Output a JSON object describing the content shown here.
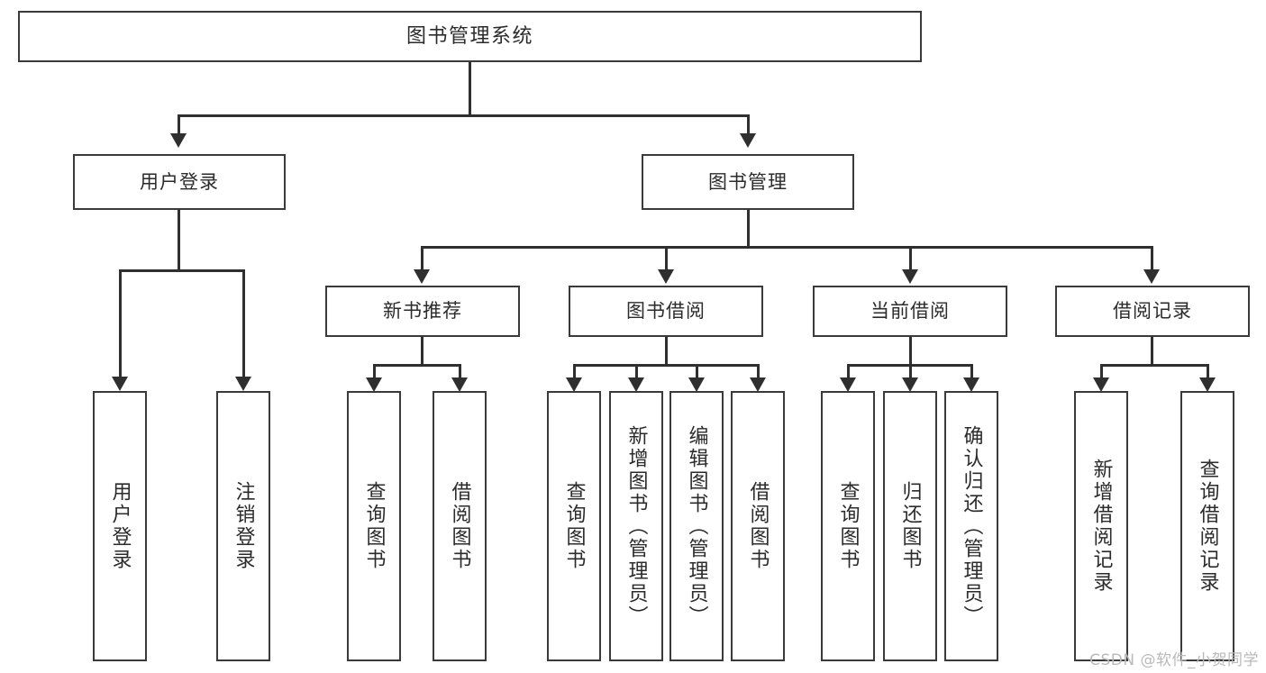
{
  "diagram": {
    "title": "图书管理系统",
    "type": "tree-hierarchy-chart",
    "root": {
      "label": "图书管理系统"
    },
    "level2": [
      {
        "label": "用户登录"
      },
      {
        "label": "图书管理"
      }
    ],
    "level3": [
      {
        "label": "新书推荐"
      },
      {
        "label": "图书借阅"
      },
      {
        "label": "当前借阅"
      },
      {
        "label": "借阅记录"
      }
    ],
    "leaves": {
      "user_login": [
        {
          "label": "用户登录"
        },
        {
          "label": "注销登录"
        }
      ],
      "new_book_recommend": [
        {
          "label": "查询图书"
        },
        {
          "label": "借阅图书"
        }
      ],
      "book_borrow": [
        {
          "label": "查询图书"
        },
        {
          "label": "新增图书（管理员）"
        },
        {
          "label": "编辑图书（管理员）"
        },
        {
          "label": "借阅图书"
        }
      ],
      "current_borrow": [
        {
          "label": "查询图书"
        },
        {
          "label": "归还图书"
        },
        {
          "label": "确认归还（管理员）"
        }
      ],
      "borrow_record": [
        {
          "label": "新增借阅记录"
        },
        {
          "label": "查询借阅记录"
        }
      ]
    }
  },
  "watermark": {
    "text": "CSDN @软件_小贺同学"
  },
  "colors": {
    "box_border": "#3a3a3a",
    "line": "#2f2f2f",
    "text": "#2b2b2b",
    "background": "#ffffff",
    "watermark": "#b9b9b9"
  }
}
